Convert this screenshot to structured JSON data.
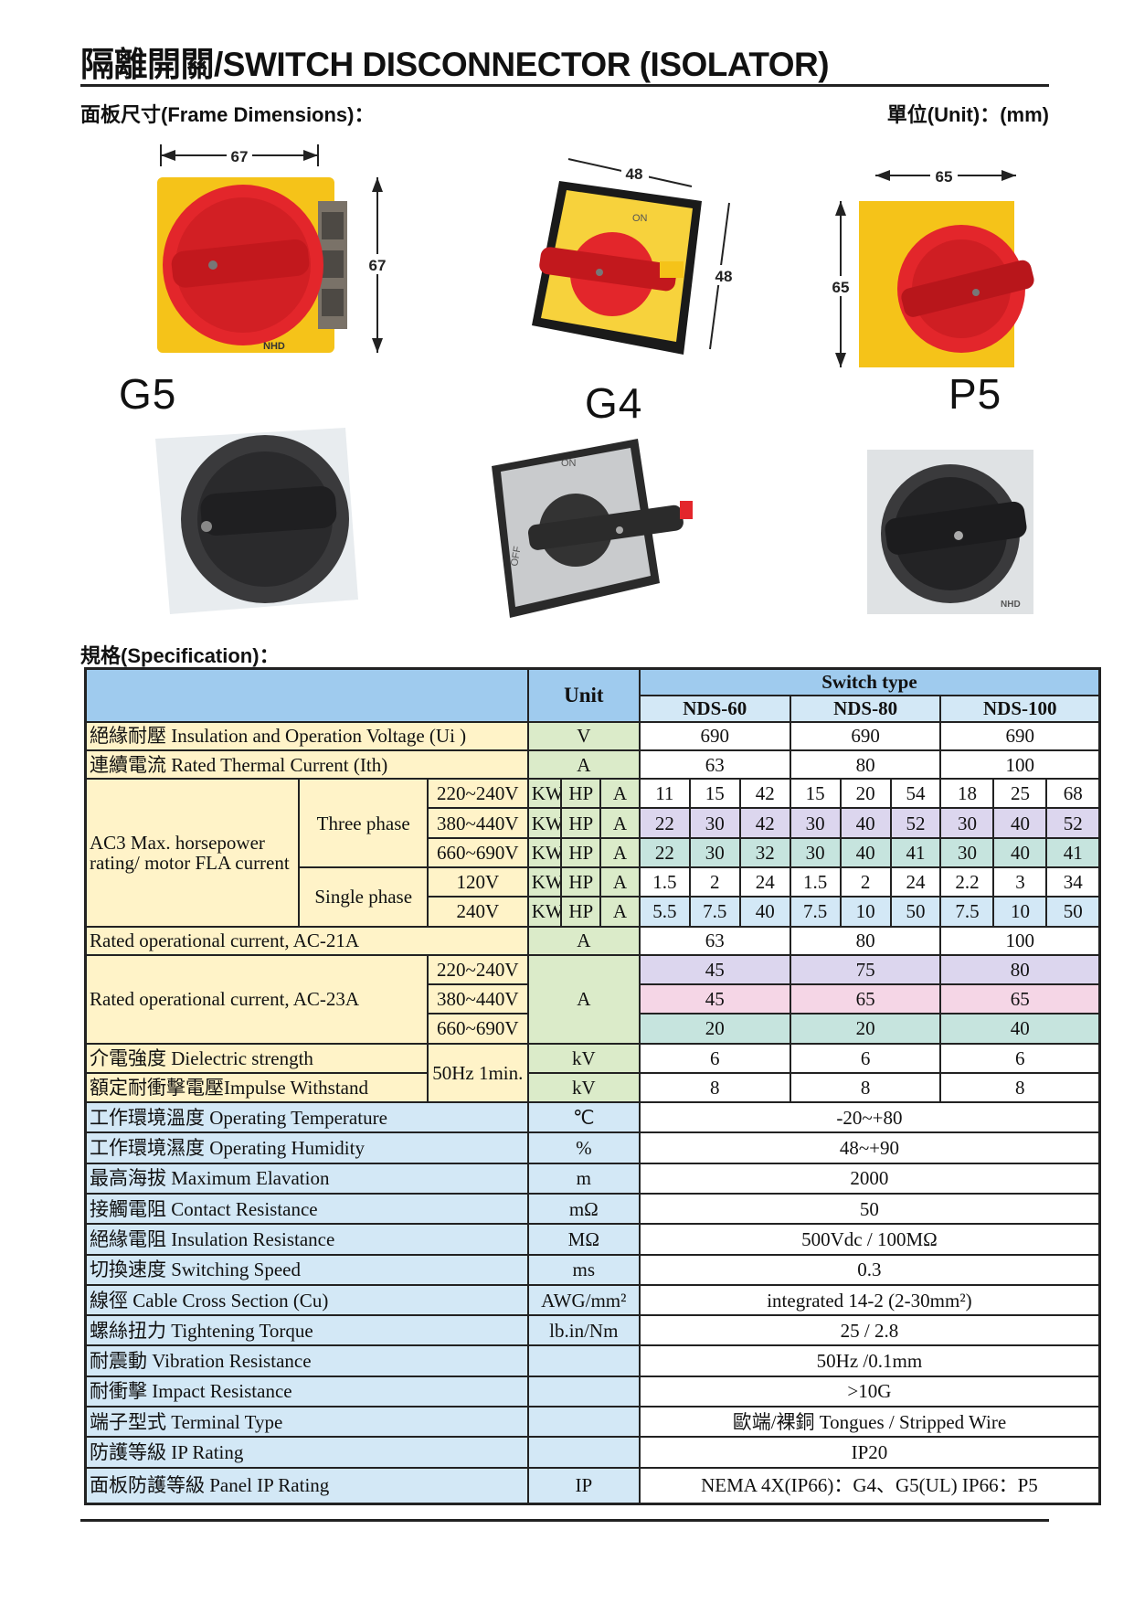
{
  "title": "隔離開關/SWITCH DISCONNECTOR (ISOLATOR)",
  "frame_label": "面板尺寸(Frame Dimensions)：",
  "unit_label": "單位(Unit)：(mm)",
  "spec_label": "規格(Specification)：",
  "products": {
    "g5": {
      "model": "G5",
      "dim_w": "67",
      "dim_h": "67",
      "brand": "NHD"
    },
    "g4": {
      "model": "G4",
      "dim_w": "48",
      "dim_h": "48",
      "on": "ON"
    },
    "p5": {
      "model": "P5",
      "dim_w": "65",
      "dim_h": "65"
    },
    "g4_dark": {
      "on": "ON",
      "off": "OFF"
    },
    "p5_dark": {
      "brand": "NHD"
    }
  },
  "table": {
    "unit_header": "Unit",
    "switch_type": "Switch type",
    "models": [
      "NDS-60",
      "NDS-80",
      "NDS-100"
    ],
    "rows": {
      "insulation": {
        "label": "絕緣耐壓 Insulation and Operation Voltage (Ui )",
        "unit": "V",
        "values": [
          "690",
          "690",
          "690"
        ]
      },
      "thermal": {
        "label": "連續電流 Rated Thermal Current (Ith)",
        "unit": "A",
        "values": [
          "63",
          "80",
          "100"
        ]
      },
      "ac3": {
        "label": "AC3 Max. horsepower rating/ motor FLA current",
        "three_phase": "Three phase",
        "single_phase": "Single phase",
        "three_voltages": [
          "220~240V",
          "380~440V",
          "660~690V"
        ],
        "single_voltages": [
          "120V",
          "240V"
        ],
        "units": [
          "KW",
          "HP",
          "A"
        ],
        "values": [
          [
            "11",
            "15",
            "42",
            "15",
            "20",
            "54",
            "18",
            "25",
            "68"
          ],
          [
            "22",
            "30",
            "42",
            "30",
            "40",
            "52",
            "30",
            "40",
            "52"
          ],
          [
            "22",
            "30",
            "32",
            "30",
            "40",
            "41",
            "30",
            "40",
            "41"
          ],
          [
            "1.5",
            "2",
            "24",
            "1.5",
            "2",
            "24",
            "2.2",
            "3",
            "34"
          ],
          [
            "5.5",
            "7.5",
            "40",
            "7.5",
            "10",
            "50",
            "7.5",
            "10",
            "50"
          ]
        ]
      },
      "ac21a": {
        "label": "Rated operational current, AC-21A",
        "unit": "A",
        "values": [
          "63",
          "80",
          "100"
        ]
      },
      "ac23a": {
        "label": "Rated operational current, AC-23A",
        "voltages": [
          "220~240V",
          "380~440V",
          "660~690V"
        ],
        "unit": "A",
        "values": [
          [
            "45",
            "75",
            "80"
          ],
          [
            "45",
            "65",
            "65"
          ],
          [
            "20",
            "20",
            "40"
          ]
        ]
      },
      "dielectric": {
        "label": "介電強度 Dielectric strength",
        "cond": "50Hz 1min.",
        "unit": "kV",
        "values": [
          "6",
          "6",
          "6"
        ]
      },
      "impulse": {
        "label": "額定耐衝擊電壓Impulse Withstand",
        "unit": "kV",
        "values": [
          "8",
          "8",
          "8"
        ]
      },
      "general": [
        {
          "label": "工作環境溫度  Operating Temperature",
          "unit": "℃",
          "value": "-20~+80"
        },
        {
          "label": "工作環境濕度 Operating Humidity",
          "unit": "%",
          "value": "48~+90"
        },
        {
          "label": "最高海拔 Maximum Elavation",
          "unit": "m",
          "value": "2000"
        },
        {
          "label": "接觸電阻  Contact Resistance",
          "unit": "mΩ",
          "value": "50"
        },
        {
          "label": "絕緣電阻  Insulation Resistance",
          "unit": "MΩ",
          "value": "500Vdc / 100MΩ"
        },
        {
          "label": "切換速度  Switching Speed",
          "unit": "ms",
          "value": "0.3"
        },
        {
          "label": "線徑 Cable Cross Section (Cu)",
          "unit": "AWG/mm²",
          "value": "integrated 14-2 (2-30mm²)"
        },
        {
          "label": "螺絲扭力 Tightening Torque",
          "unit": "lb.in/Nm",
          "value": "25 / 2.8"
        },
        {
          "label": "耐震動 Vibration Resistance",
          "unit": "",
          "value": "50Hz /0.1mm"
        },
        {
          "label": "耐衝擊 Impact Resistance",
          "unit": "",
          "value": ">10G"
        },
        {
          "label": "端子型式  Terminal Type",
          "unit": "",
          "value": "歐端/裸銅 Tongues / Stripped Wire"
        },
        {
          "label": "防護等級  IP Rating",
          "unit": "",
          "value": "IP20"
        },
        {
          "label": "面板防護等級 Panel IP Rating",
          "unit": "IP",
          "value": "NEMA 4X(IP66)：G4、G5(UL)   IP66：P5"
        }
      ]
    }
  },
  "colors": {
    "header_blue": "#9fcbee",
    "label_blue": "#d3e8f6",
    "cream": "#fff3c8",
    "unit_green": "#dbebc9",
    "row_purple": "#dcd6ee",
    "row_pink": "#f5d6e6",
    "row_teal": "#c6e4de",
    "switch_red": "#e3262b",
    "switch_yellow": "#f5c319"
  }
}
